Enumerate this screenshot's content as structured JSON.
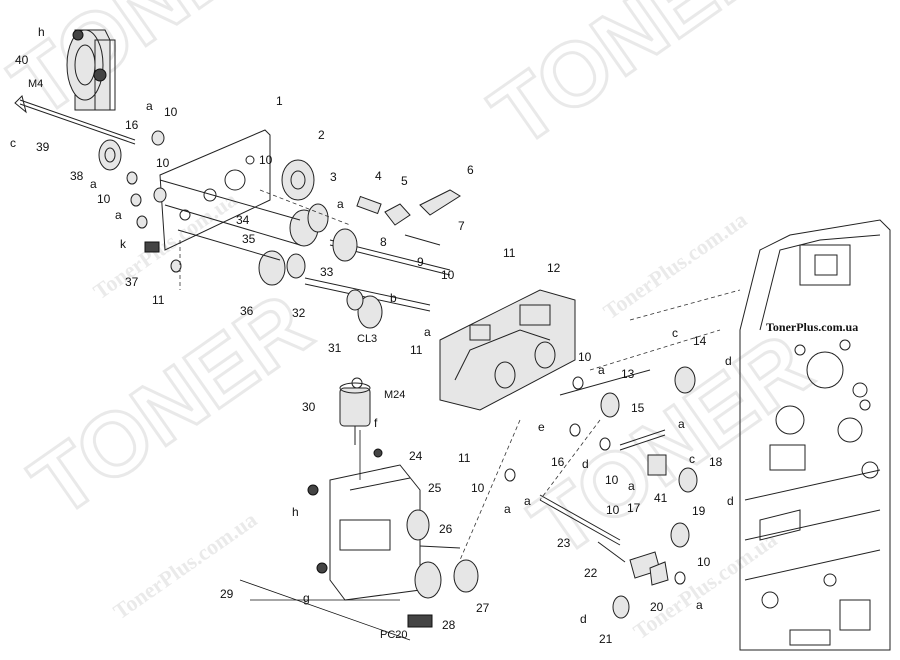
{
  "watermarks": {
    "brand": "TONER",
    "site": "TonerPlus.com.ua"
  },
  "stamp": "TonerPlus.com.ua",
  "callouts": [
    "h",
    "40",
    "M4",
    "c",
    "39",
    "1",
    "2",
    "3",
    "4",
    "5",
    "6",
    "7",
    "8",
    "9",
    "10",
    "11",
    "12",
    "13",
    "14",
    "15",
    "16",
    "17",
    "18",
    "19",
    "20",
    "21",
    "22",
    "23",
    "24",
    "25",
    "26",
    "27",
    "28",
    "29",
    "30",
    "31",
    "32",
    "33",
    "34",
    "35",
    "36",
    "37",
    "38",
    "41",
    "a",
    "b",
    "d",
    "e",
    "f",
    "g",
    "k",
    "CL3",
    "M24",
    "PC20"
  ],
  "labels": [
    {
      "id": "l-h1",
      "text": "h"
    },
    {
      "id": "l-40",
      "text": "40"
    },
    {
      "id": "l-m4",
      "text": "M4"
    },
    {
      "id": "l-c1",
      "text": "c"
    },
    {
      "id": "l-39",
      "text": "39"
    },
    {
      "id": "l-1",
      "text": "1"
    },
    {
      "id": "l-a1",
      "text": "a"
    },
    {
      "id": "l-10a",
      "text": "10"
    },
    {
      "id": "l-16a",
      "text": "16"
    },
    {
      "id": "l-10b",
      "text": "10"
    },
    {
      "id": "l-10c",
      "text": "10"
    },
    {
      "id": "l-38",
      "text": "38"
    },
    {
      "id": "l-a2",
      "text": "a"
    },
    {
      "id": "l-10d",
      "text": "10"
    },
    {
      "id": "l-a3",
      "text": "a"
    },
    {
      "id": "l-k",
      "text": "k"
    },
    {
      "id": "l-37",
      "text": "37"
    },
    {
      "id": "l-11a",
      "text": "11"
    },
    {
      "id": "l-2",
      "text": "2"
    },
    {
      "id": "l-3",
      "text": "3"
    },
    {
      "id": "l-34",
      "text": "34"
    },
    {
      "id": "l-35",
      "text": "35"
    },
    {
      "id": "l-33",
      "text": "33"
    },
    {
      "id": "l-36",
      "text": "36"
    },
    {
      "id": "l-32",
      "text": "32"
    },
    {
      "id": "l-31",
      "text": "31"
    },
    {
      "id": "l-cl3",
      "text": "CL3"
    },
    {
      "id": "l-4",
      "text": "4"
    },
    {
      "id": "l-5",
      "text": "5"
    },
    {
      "id": "l-6",
      "text": "6"
    },
    {
      "id": "l-a4",
      "text": "a"
    },
    {
      "id": "l-8",
      "text": "8"
    },
    {
      "id": "l-7",
      "text": "7"
    },
    {
      "id": "l-9",
      "text": "9"
    },
    {
      "id": "l-11b",
      "text": "11"
    },
    {
      "id": "l-10e",
      "text": "10"
    },
    {
      "id": "l-b",
      "text": "b"
    },
    {
      "id": "l-12",
      "text": "12"
    },
    {
      "id": "l-a5",
      "text": "a"
    },
    {
      "id": "l-11c",
      "text": "11"
    },
    {
      "id": "l-10f",
      "text": "10"
    },
    {
      "id": "l-a6",
      "text": "a"
    },
    {
      "id": "l-13",
      "text": "13"
    },
    {
      "id": "l-c2",
      "text": "c"
    },
    {
      "id": "l-14",
      "text": "14"
    },
    {
      "id": "l-d1",
      "text": "d"
    },
    {
      "id": "l-e",
      "text": "e"
    },
    {
      "id": "l-15",
      "text": "15"
    },
    {
      "id": "l-11d",
      "text": "11"
    },
    {
      "id": "l-16b",
      "text": "16"
    },
    {
      "id": "l-d2",
      "text": "d"
    },
    {
      "id": "l-a7",
      "text": "a"
    },
    {
      "id": "l-c3",
      "text": "c"
    },
    {
      "id": "l-18",
      "text": "18"
    },
    {
      "id": "l-10g",
      "text": "10"
    },
    {
      "id": "l-a8",
      "text": "a"
    },
    {
      "id": "l-41",
      "text": "41"
    },
    {
      "id": "l-d3",
      "text": "d"
    },
    {
      "id": "l-30",
      "text": "30"
    },
    {
      "id": "l-m24",
      "text": "M24"
    },
    {
      "id": "l-f",
      "text": "f"
    },
    {
      "id": "l-24",
      "text": "24"
    },
    {
      "id": "l-25",
      "text": "25"
    },
    {
      "id": "l-10h",
      "text": "10"
    },
    {
      "id": "l-a9",
      "text": "a"
    },
    {
      "id": "l-a10",
      "text": "a"
    },
    {
      "id": "l-h2",
      "text": "h"
    },
    {
      "id": "l-26",
      "text": "26"
    },
    {
      "id": "l-23",
      "text": "23"
    },
    {
      "id": "l-10i",
      "text": "10"
    },
    {
      "id": "l-17",
      "text": "17"
    },
    {
      "id": "l-19",
      "text": "19"
    },
    {
      "id": "l-22",
      "text": "22"
    },
    {
      "id": "l-10j",
      "text": "10"
    },
    {
      "id": "l-20",
      "text": "20"
    },
    {
      "id": "l-a11",
      "text": "a"
    },
    {
      "id": "l-g",
      "text": "g"
    },
    {
      "id": "l-29",
      "text": "29"
    },
    {
      "id": "l-28",
      "text": "28"
    },
    {
      "id": "l-27",
      "text": "27"
    },
    {
      "id": "l-pc20",
      "text": "PC20"
    },
    {
      "id": "l-d4",
      "text": "d"
    },
    {
      "id": "l-21",
      "text": "21"
    }
  ]
}
